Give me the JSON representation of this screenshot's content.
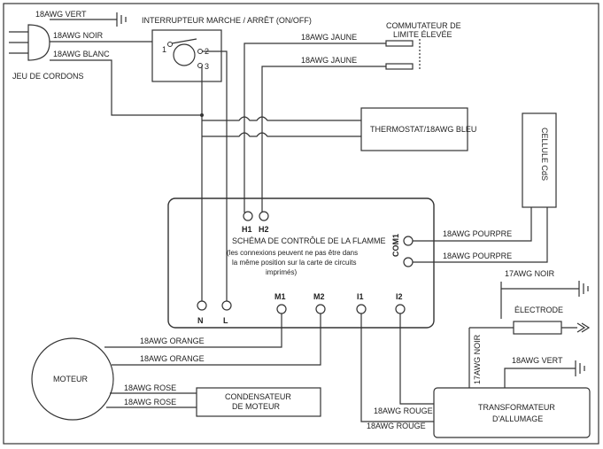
{
  "cord_set": {
    "label": "JEU DE CORDONS",
    "green_wire": "18AWG VERT",
    "black_wire": "18AWG NOIR",
    "white_wire": "18AWG BLANC"
  },
  "switch": {
    "label": "INTERRUPTEUR MARCHE / ARRÊT (ON/OFF)",
    "pin1": "1",
    "pin2": "2",
    "pin3": "3"
  },
  "high_limit": {
    "label_line1": "COMMUTATEUR DE",
    "label_line2": "LIMITE ÉLEVÉE",
    "wire_top": "18AWG JAUNE",
    "wire_bottom": "18AWG JAUNE"
  },
  "thermostat": {
    "label": "THERMOSTAT/18AWG BLEU"
  },
  "cad_cell": {
    "label": "CELLULE CdS"
  },
  "control": {
    "title": "SCHÉMA DE CONTRÔLE DE LA FLAMME",
    "note_line1": "(les connexions peuvent ne pas être dans",
    "note_line2": "la même position sur la carte de circuits",
    "note_line3": "imprimés)",
    "h1": "H1",
    "h2": "H2",
    "com1": "COM1",
    "n": "N",
    "l": "L",
    "m1": "M1",
    "m2": "M2",
    "i1": "I1",
    "i2": "I2"
  },
  "cad_wires": {
    "top": "18AWG POURPRE",
    "bottom": "18AWG POURPRE"
  },
  "electrode": {
    "label": "ÉLECTRODE",
    "ground_wire": "17AWG NOIR",
    "vertical_wire": "17AWG NOIR"
  },
  "motor": {
    "label": "MOTEUR",
    "orange1": "18AWG ORANGE",
    "orange2": "18AWG ORANGE",
    "pink1": "18AWG ROSE",
    "pink2": "18AWG ROSE"
  },
  "capacitor": {
    "label_line1": "CONDENSATEUR",
    "label_line2": "DE MOTEUR"
  },
  "transformer": {
    "label_line1": "TRANSFORMATEUR",
    "label_line2": "D'ALLUMAGE",
    "green_wire": "18AWG VERT",
    "red1": "18AWG ROUGE",
    "red2": "18AWG ROUGE"
  }
}
